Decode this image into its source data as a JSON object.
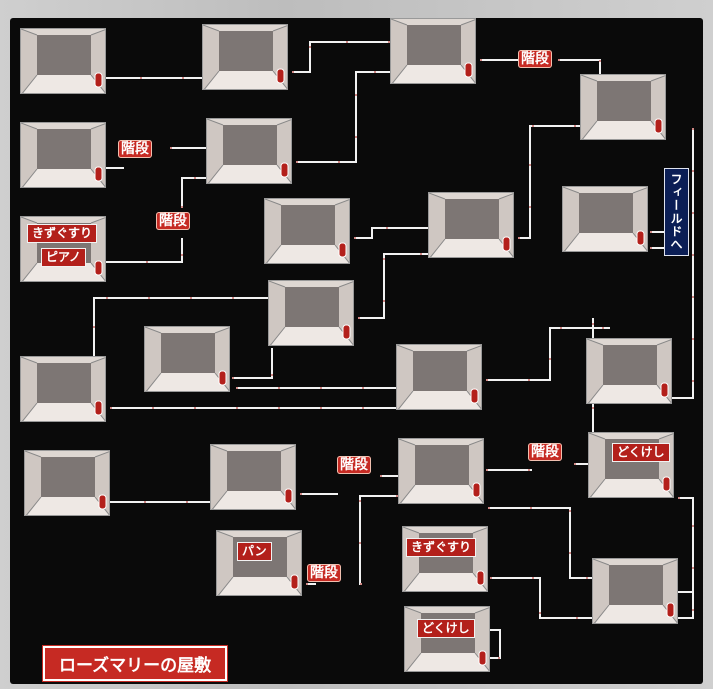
{
  "title": "ローズマリーの屋敷",
  "field_exit": "フィールドへ",
  "stairs_label": "階段",
  "item_labels": {
    "healing_herb": "きずぐすり",
    "piano": "ピアノ",
    "antidote": "どくけし",
    "bread": "パン"
  },
  "colors": {
    "board": "#0a0a0a",
    "room_wall": "#ded7d2",
    "room_floor": "#7d7674",
    "connector": "#f2f2f2",
    "door": "#b3201b",
    "label": "#b3201b",
    "field_exit": "#0b1e55"
  }
}
